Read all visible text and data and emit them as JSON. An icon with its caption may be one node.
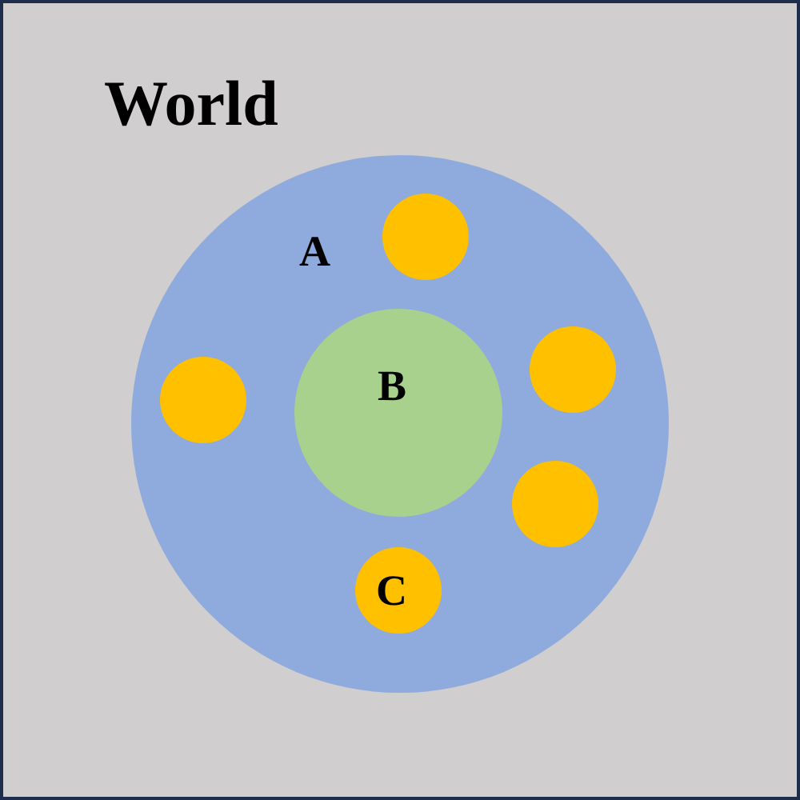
{
  "diagram": {
    "nodes": [
      {
        "text": [
          "World"
        ]
      },
      {
        "text": [
          "A"
        ],
        "in": 0
      },
      {
        "text": [],
        "shape": "circle",
        "in": 1
      },
      {
        "text": [
          "B"
        ],
        "in": 1
      },
      {
        "text": [],
        "shape": "circle",
        "in": 1
      },
      {
        "text": [],
        "shape": "circle",
        "in": 1
      },
      {
        "text": [],
        "shape": "circle",
        "in": 1
      },
      {
        "text": [
          "C"
        ],
        "in": 1
      }
    ]
  }
}
